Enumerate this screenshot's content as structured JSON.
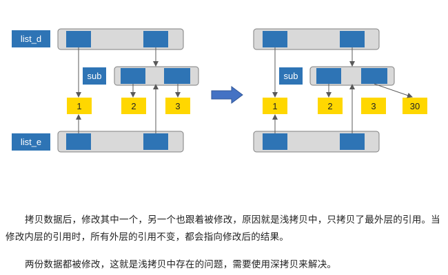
{
  "diagram": {
    "colors": {
      "label_fill": "#2E74B5",
      "cell_blue": "#2E74B5",
      "list_bg": "#D9D9D9",
      "list_border": "#7F7F7F",
      "value_fill": "#FFD700",
      "arrow": "#595959",
      "transition_arrow": "#4472C4"
    },
    "left": {
      "list_d_label": "list_d",
      "list_e_label": "list_e",
      "sub_label": "sub",
      "values": [
        "1",
        "2",
        "3"
      ]
    },
    "right": {
      "sub_label": "sub",
      "values": [
        "1",
        "2",
        "3",
        "30"
      ]
    }
  },
  "text": {
    "paragraph1": "拷贝数据后，修改其中一个，另一个也跟着被修改，原因就是浅拷贝中，只拷贝了最外层的引用。当修改内层的引用时，所有外层的引用不变，都会指向修改后的结果。",
    "paragraph2": "两份数据都被修改，这就是浅拷贝中存在的问题，需要使用深拷贝来解决。"
  }
}
